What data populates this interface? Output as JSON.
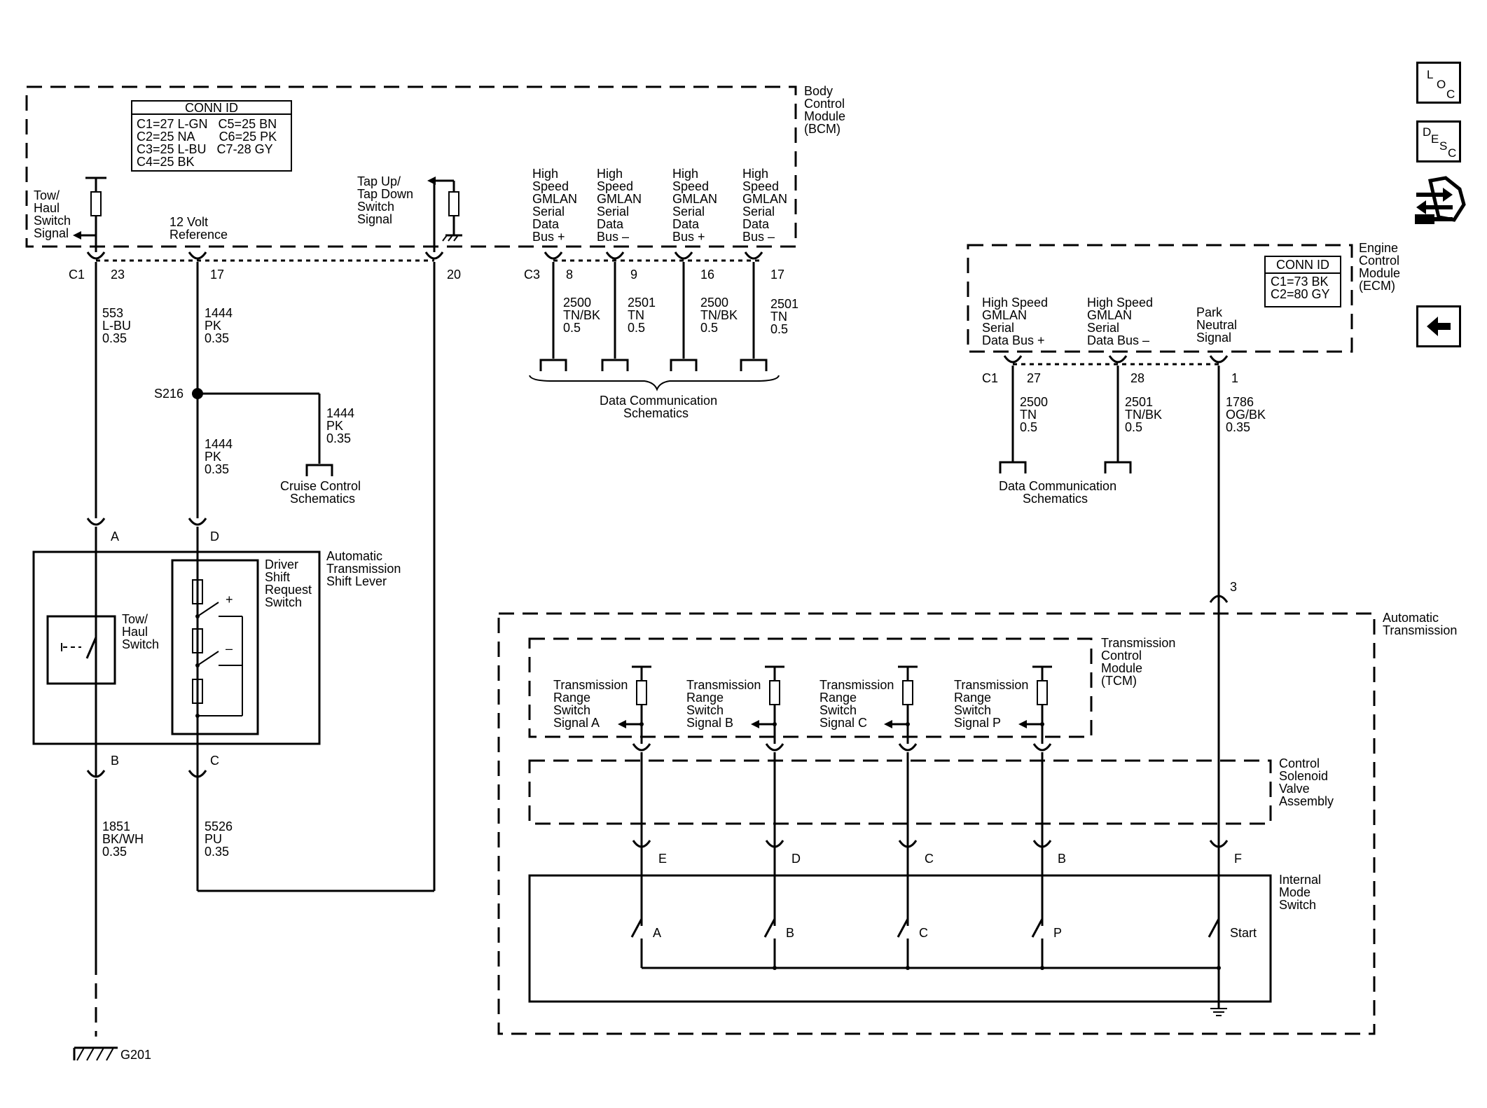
{
  "bcm": {
    "title_lines": [
      "Body",
      "Control",
      "Module",
      "(BCM)"
    ],
    "conn_id_title": "CONN ID",
    "conn_lines": [
      "C1=27 L-GN   C5=25 BN",
      "C2=25 NA       C6=25 PK",
      "C3=25 L-BU   C7-28 GY",
      "C4=25 BK"
    ],
    "tow_signal_lines": [
      "Tow/",
      "Haul",
      "Switch",
      "Signal"
    ],
    "ref_lines": [
      "12 Volt",
      "Reference"
    ],
    "tap_lines": [
      "Tap Up/",
      "Tap Down",
      "Switch",
      "Signal"
    ],
    "bus_labels": [
      [
        "High",
        "Speed",
        "GMLAN",
        "Serial",
        "Data",
        "Bus +"
      ],
      [
        "High",
        "Speed",
        "GMLAN",
        "Serial",
        "Data",
        "Bus –"
      ],
      [
        "High",
        "Speed",
        "GMLAN",
        "Serial",
        "Data",
        "Bus +"
      ],
      [
        "High",
        "Speed",
        "GMLAN",
        "Serial",
        "Data",
        "Bus –"
      ]
    ],
    "conn_c1": "C1",
    "conn_c3": "C3",
    "pins": [
      "23",
      "17",
      "20",
      "8",
      "9",
      "16",
      "17"
    ]
  },
  "wires": {
    "w553": [
      "553",
      "L-BU",
      "0.35"
    ],
    "w1444a": [
      "1444",
      "PK",
      "0.35"
    ],
    "w1444b": [
      "1444",
      "PK",
      "0.35"
    ],
    "w1444c": [
      "1444",
      "PK",
      "0.35"
    ],
    "w2500a": [
      "2500",
      "TN/BK",
      "0.5"
    ],
    "w2501a": [
      "2501",
      "TN",
      "0.5"
    ],
    "w2500b": [
      "2500",
      "TN/BK",
      "0.5"
    ],
    "w2501b": [
      "2501",
      "TN",
      "0.5"
    ],
    "w1851": [
      "1851",
      "BK/WH",
      "0.35"
    ],
    "w5526": [
      "5526",
      "PU",
      "0.35"
    ],
    "w2500c": [
      "2500",
      "TN",
      "0.5"
    ],
    "w2501c": [
      "2501",
      "TN/BK",
      "0.5"
    ],
    "w1786": [
      "1786",
      "OG/BK",
      "0.35"
    ]
  },
  "splice": "S216",
  "cruise_lines": [
    "Cruise Control",
    "Schematics"
  ],
  "data_comm_lines": [
    "Data Communication",
    "Schematics"
  ],
  "shift_lever": {
    "title_lines": [
      "Automatic",
      "Transmission",
      "Shift Lever"
    ],
    "tow_switch_lines": [
      "Tow/",
      "Haul",
      "Switch"
    ],
    "driver_switch_lines": [
      "Driver",
      "Shift",
      "Request",
      "Switch"
    ],
    "pins": [
      "A",
      "D",
      "B",
      "C"
    ],
    "plus": "+",
    "minus": "–"
  },
  "ground": "G201",
  "ecm": {
    "title_lines": [
      "Engine",
      "Control",
      "Module",
      "(ECM)"
    ],
    "conn_id_title": "CONN ID",
    "conn_lines": [
      "C1=73 BK",
      "C2=80 GY"
    ],
    "labels": [
      [
        "High Speed",
        "GMLAN",
        "Serial",
        "Data Bus +"
      ],
      [
        "High Speed",
        "GMLAN",
        "Serial",
        "Data Bus –"
      ],
      [
        "Park",
        "Neutral",
        "Signal"
      ]
    ],
    "conn_c1": "C1",
    "pins": [
      "27",
      "28",
      "1"
    ]
  },
  "trans": {
    "title_lines": [
      "Automatic",
      "Transmission"
    ],
    "tcm_lines": [
      "Transmission",
      "Control",
      "Module",
      "(TCM)"
    ],
    "signals": [
      [
        "Transmission",
        "Range",
        "Switch",
        "Signal A"
      ],
      [
        "Transmission",
        "Range",
        "Switch",
        "Signal B"
      ],
      [
        "Transmission",
        "Range",
        "Switch",
        "Signal C"
      ],
      [
        "Transmission",
        "Range",
        "Switch",
        "Signal P"
      ]
    ],
    "solenoid_lines": [
      "Control",
      "Solenoid",
      "Valve",
      "Assembly"
    ],
    "mode_lines": [
      "Internal",
      "Mode",
      "Switch"
    ],
    "pin3": "3",
    "conn_pins": [
      "E",
      "D",
      "C",
      "B",
      "F"
    ],
    "switch_labels": [
      "A",
      "B",
      "C",
      "P",
      "Start"
    ]
  },
  "nav": {
    "loc": [
      "L",
      "O",
      "C"
    ],
    "desc": [
      "D",
      "E",
      "S",
      "C"
    ]
  }
}
